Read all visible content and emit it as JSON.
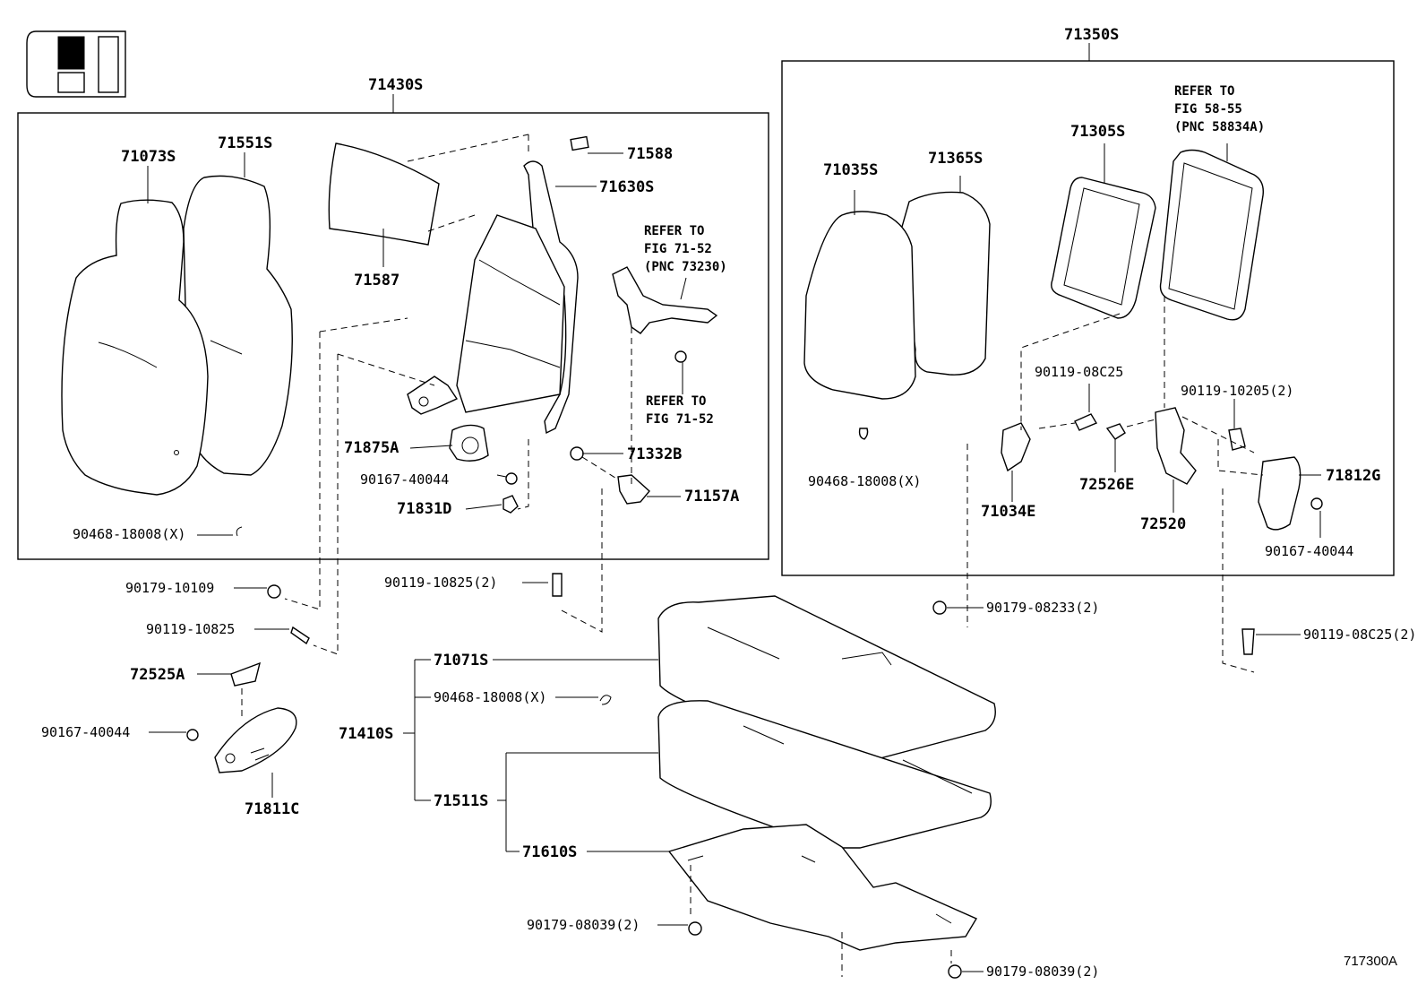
{
  "labels": {
    "p71430S": "71430S",
    "p71073S": "71073S",
    "p71551S": "71551S",
    "p71587": "71587",
    "p71588": "71588",
    "p71630S": "71630S",
    "ref7152a_l1": "REFER TO",
    "ref7152a_l2": "FIG 71-52",
    "ref7152a_l3": "(PNC 73230)",
    "ref7152b_l1": "REFER TO",
    "ref7152b_l2": "FIG 71-52",
    "p71875A": "71875A",
    "p71332B": "71332B",
    "p90167_40044_a": "90167-40044",
    "p71831D": "71831D",
    "p71157A": "71157A",
    "p90468_18008_a": "90468-18008(X)",
    "p90179_10109": "90179-10109",
    "p90119_10825_2": "90119-10825(2)",
    "p90119_10825": "90119-10825",
    "p72525A": "72525A",
    "p90167_40044_b": "90167-40044",
    "p71811C": "71811C",
    "p71350S": "71350S",
    "ref5855_l1": "REFER TO",
    "ref5855_l2": "FIG 58-55",
    "ref5855_l3": "(PNC 58834A)",
    "p71305S": "71305S",
    "p71035S": "71035S",
    "p71365S": "71365S",
    "p90119_08C25": "90119-08C25",
    "p90119_10205_2": "90119-10205(2)",
    "p90468_18008_b": "90468-18008(X)",
    "p71034E": "71034E",
    "p72526E": "72526E",
    "p72520": "72520",
    "p71812G": "71812G",
    "p90167_40044_c": "90167-40044",
    "p90179_08233_2": "90179-08233(2)",
    "p90119_08C25_2": "90119-08C25(2)",
    "p71071S": "71071S",
    "p90468_18008_c": "90468-18008(X)",
    "p71410S": "71410S",
    "p71511S": "71511S",
    "p71610S": "71610S",
    "p90179_08039_2a": "90179-08039(2)",
    "p90179_08039_2b": "90179-08039(2)",
    "illustration_code": "717300A"
  }
}
